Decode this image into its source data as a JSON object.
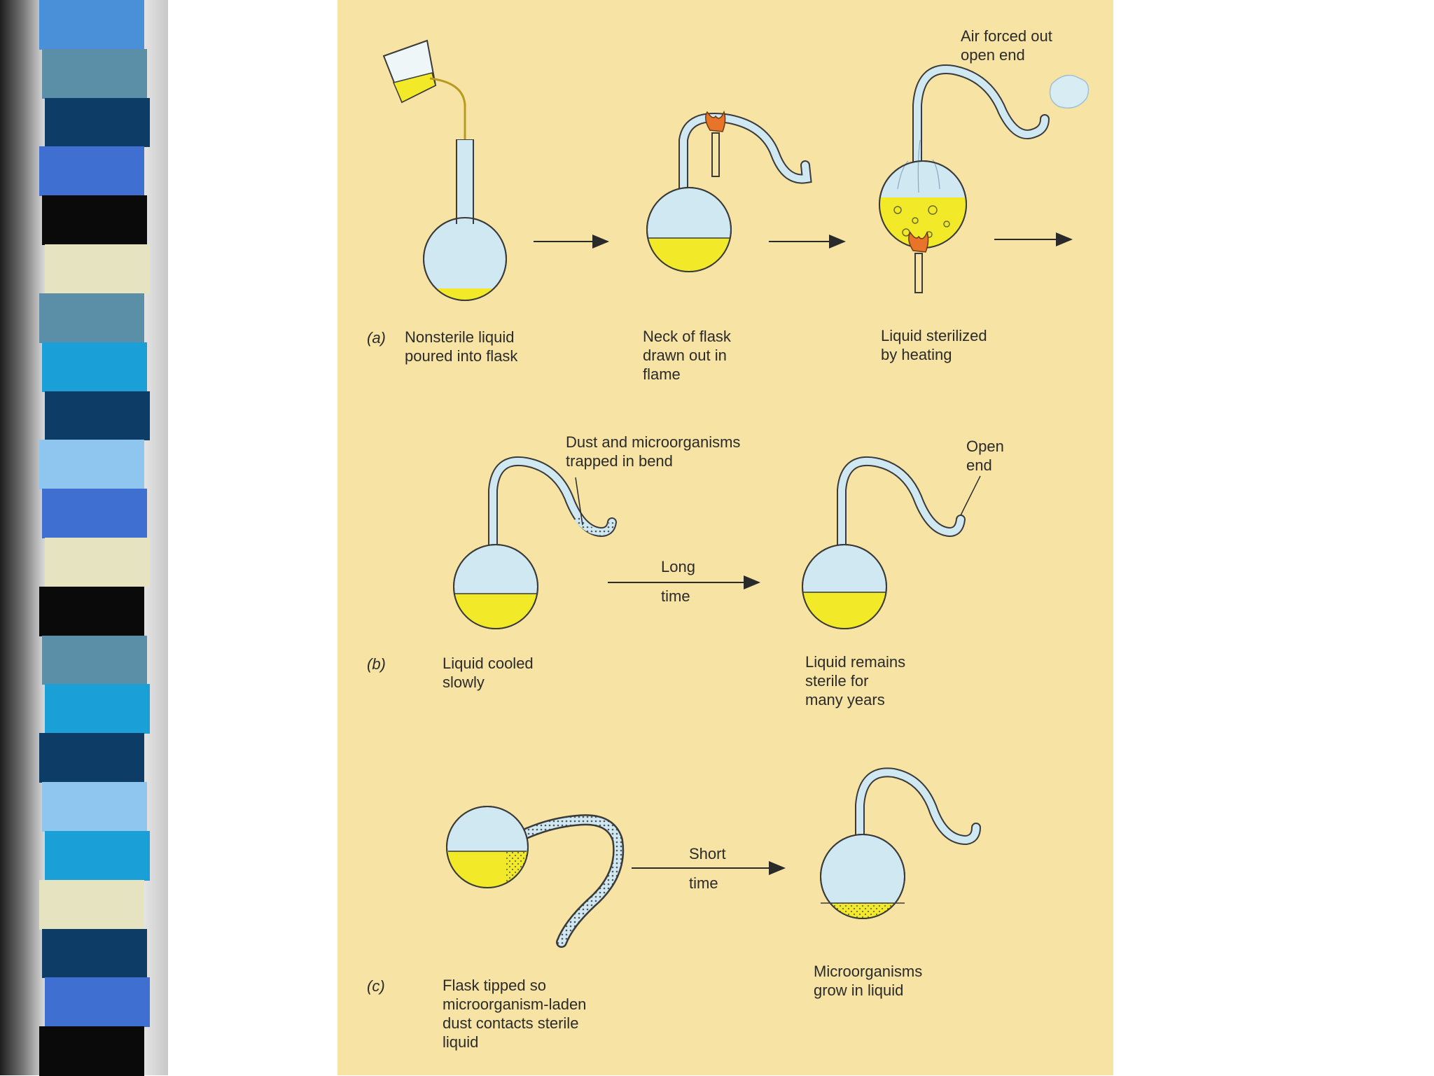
{
  "slide": {
    "band_colors": [
      "#4a90d9",
      "#5b8fa8",
      "#0d3d66",
      "#3f6fd0",
      "#0a0a0a",
      "#e6e3c0",
      "#5b8fa8",
      "#1aa0d6",
      "#0d3d66",
      "#8fc6ef",
      "#3f6fd0",
      "#e6e3c0",
      "#0a0a0a",
      "#5b8fa8",
      "#1aa0d6",
      "#0d3d66",
      "#8fc6ef",
      "#1aa0d6",
      "#e6e3c0",
      "#0d3d66",
      "#3f6fd0",
      "#0a0a0a"
    ],
    "figure_background": "#f7e4a4"
  },
  "panels": {
    "a": {
      "marker": "(a)",
      "step1": "Nonsterile liquid\npoured into flask",
      "step2": "Neck of flask\ndrawn out in\nflame",
      "step3": "Liquid sterilized\nby heating",
      "air_note": "Air forced out\nopen end"
    },
    "b": {
      "marker": "(b)",
      "trapped_note": "Dust and microorganisms\ntrapped in bend",
      "open_note": "Open\nend",
      "arrow_top": "Long",
      "arrow_bottom": "time",
      "step1": "Liquid cooled\nslowly",
      "step2": "Liquid remains\nsterile for\nmany years"
    },
    "c": {
      "marker": "(c)",
      "arrow_top": "Short",
      "arrow_bottom": "time",
      "step1": "Flask tipped so\nmicroorganism-laden\ndust contacts sterile\nliquid",
      "step2": "Microorganisms\ngrow in liquid"
    }
  },
  "colors": {
    "flask": "#cfe8f2",
    "liquid": "#f2ea28",
    "stroke": "#3a3a3a",
    "flame": "#e8742a"
  }
}
